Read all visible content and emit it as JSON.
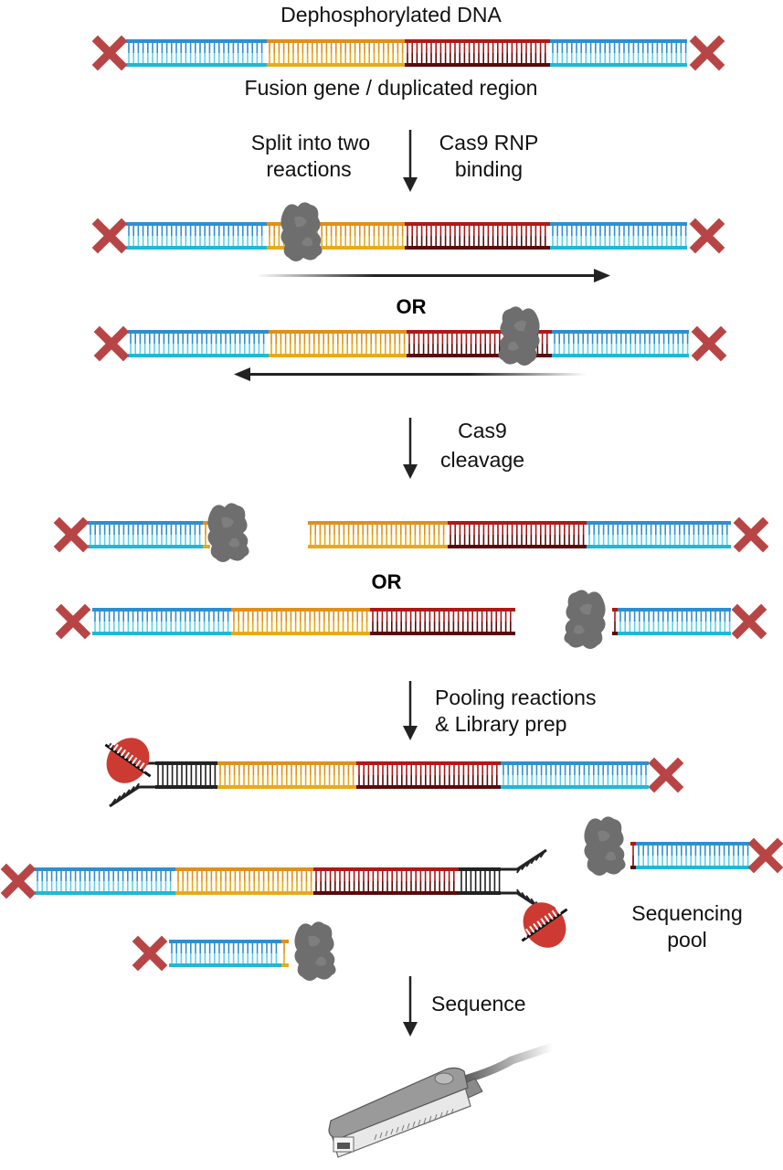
{
  "labels": {
    "title_top": "Dephosphorylated DNA",
    "subtitle_top": "Fusion gene / duplicated region",
    "step1_left_line1": "Split into two",
    "step1_left_line2": "reactions",
    "step1_right_line1": "Cas9 RNP",
    "step1_right_line2": "binding",
    "or_1": "OR",
    "step2_line1": "Cas9",
    "step2_line2": "cleavage",
    "or_2": "OR",
    "step3_line1": "Pooling reactions",
    "step3_line2": "& Library prep",
    "pool_line1": "Sequencing",
    "pool_line2": "pool",
    "step4": "Sequence"
  },
  "colors": {
    "blue_top": "#2e8fd0",
    "blue_bottom": "#1fb8d6",
    "orange_top": "#e0901a",
    "orange_bottom": "#e8aa1a",
    "red_top": "#b01818",
    "red_bottom": "#5a0a0a",
    "adapter": "#222222",
    "block_x": "#b84545",
    "cas9": "#6e6e6e",
    "motor_protein": "#cc3a32",
    "arrow": "#222222"
  },
  "icons": {
    "blocked_end": "x-cross-icon",
    "cas9": "cas9-protein-icon",
    "motor": "motor-protein-icon",
    "sequencer": "nanopore-sequencer-icon"
  }
}
